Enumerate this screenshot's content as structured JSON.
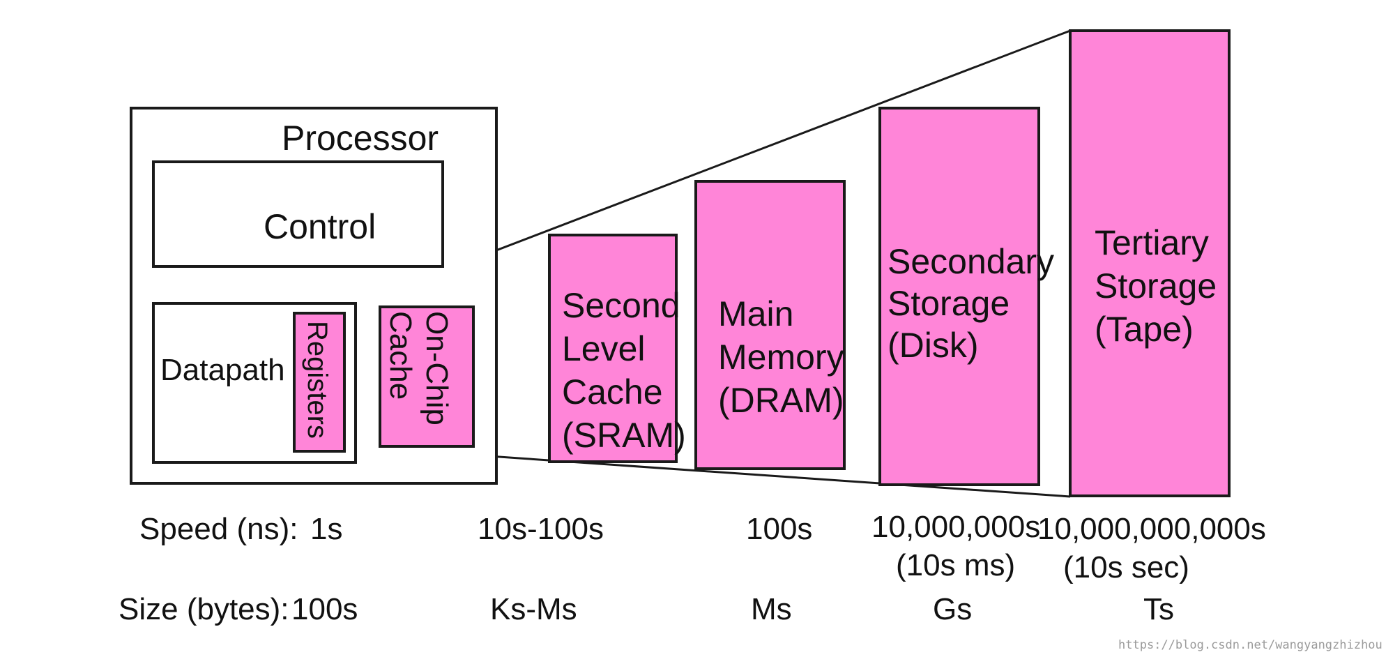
{
  "colors": {
    "fill": "#ff85d8",
    "stroke": "#1a1a1a",
    "background": "#ffffff"
  },
  "processor": {
    "title": "Processor",
    "control": "Control",
    "datapath": "Datapath",
    "registers": "Registers"
  },
  "levels": {
    "onchip": [
      "On-Chip",
      "Cache"
    ],
    "l2": [
      "Second",
      "Level",
      "Cache",
      "(SRAM)"
    ],
    "main": [
      "Main",
      "Memory",
      "(DRAM)"
    ],
    "secondary": [
      "Secondary",
      "Storage",
      "(Disk)"
    ],
    "tertiary": [
      "Tertiary",
      "Storage",
      "(Tape)"
    ]
  },
  "speed": {
    "label": "Speed (ns):",
    "registers": "1s",
    "cache": "10s-100s",
    "main": "100s",
    "disk": "10,000,000s",
    "disk_note": "(10s ms)",
    "tape": "10,000,000,000s",
    "tape_note": "(10s sec)"
  },
  "size": {
    "label": "Size (bytes):",
    "registers": "100s",
    "cache": "Ks-Ms",
    "main": "Ms",
    "disk": "Gs",
    "tape": "Ts"
  },
  "watermark": "https://blog.csdn.net/wangyangzhizhou"
}
